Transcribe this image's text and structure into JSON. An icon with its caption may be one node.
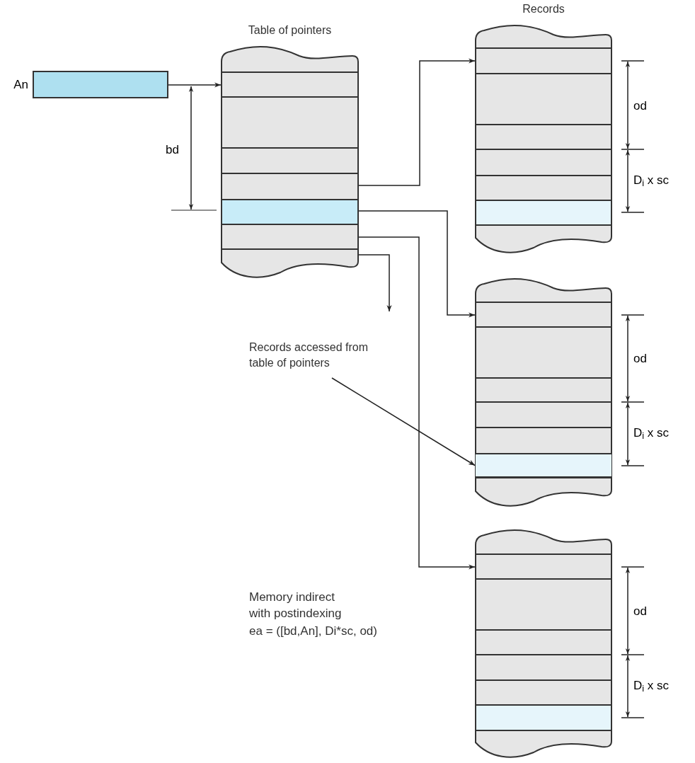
{
  "diagram": {
    "nodes": [
      {
        "text": [],
        "shape": "box",
        "beside": [
          "An"
        ]
      },
      {
        "text": [
          "Table of pointers"
        ]
      },
      {
        "text": [
          "Records"
        ]
      },
      {
        "text": [
          "Records accessed from table of pointers"
        ]
      },
      {
        "text": [],
        "shape": "box"
      },
      {
        "text": [],
        "shape": "bar",
        "in": 4
      },
      {
        "text": [],
        "shape": "box"
      }
    ],
    "edges": [
      {
        "from": 0,
        "to": 1,
        "arrow": "to"
      },
      {
        "from": 1,
        "to": 2,
        "arrow": "to"
      },
      {
        "from": 1,
        "to": 4,
        "arrow": "to"
      },
      {
        "from": 1,
        "to": 6,
        "arrow": "to"
      },
      {
        "from": 1,
        "to": null,
        "arrow": "to"
      },
      {
        "from": 3,
        "to": 5,
        "arrow": "to"
      }
    ],
    "labels": [
      "bd",
      "od",
      "D$_{i}$ x sc",
      "od",
      "D$_{i}$ x sc",
      "od",
      "D$_{i}$ x sc",
      "Memory indirect with postindexing",
      "ea = ([bd,An], Di*sc, od)"
    ]
  }
}
